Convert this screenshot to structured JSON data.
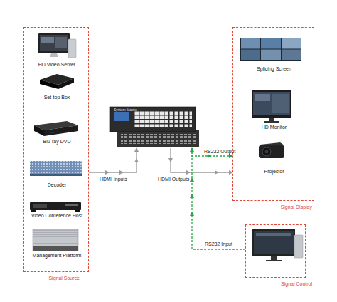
{
  "diagram": {
    "nodes": [
      {
        "text": [
          "Signal Source"
        ]
      },
      {
        "text": [
          "HD Video Server"
        ],
        "in": 0
      },
      {
        "text": [
          "Set-top Box"
        ],
        "in": 0
      },
      {
        "text": [
          "Blu-ray DVD"
        ],
        "in": 0
      },
      {
        "text": [
          "Decoder"
        ],
        "in": 0
      },
      {
        "text": [
          "Video Conference Host"
        ],
        "in": 0
      },
      {
        "text": [
          "Management Platform"
        ],
        "in": 0
      },
      {
        "text": [
          "System Matrix"
        ]
      },
      {
        "text": [
          "Signal Display"
        ]
      },
      {
        "text": [
          "Splicing Screen"
        ],
        "in": 8
      },
      {
        "text": [
          "HD Monitor"
        ],
        "in": 8
      },
      {
        "text": [
          "Projector"
        ],
        "in": 8
      },
      {
        "text": [
          "Signal Control"
        ]
      }
    ],
    "edges": [
      {
        "from": 0,
        "to": 7,
        "label": "HDMI Inputs",
        "arrow": "to"
      },
      {
        "from": 7,
        "to": 8,
        "label": "HDMI Outputs",
        "arrow": "to"
      },
      {
        "from": 12,
        "to": 7,
        "label": "RS232 Input",
        "arrow": "to"
      },
      {
        "from": 7,
        "to": 8,
        "label": "RS232 Output",
        "arrow": "to"
      }
    ]
  }
}
